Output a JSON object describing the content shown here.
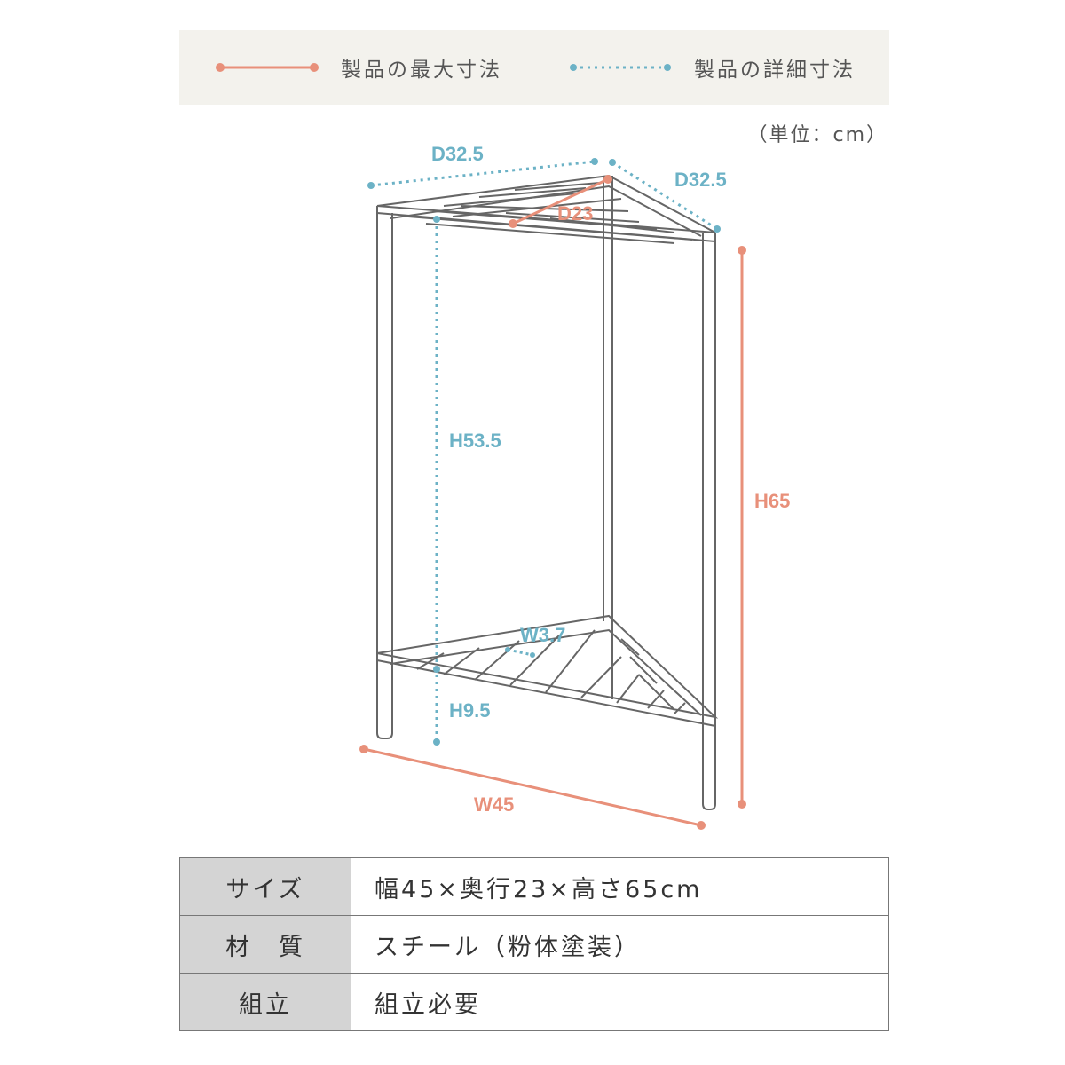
{
  "legend": {
    "max_label": "製品の最大寸法",
    "detail_label": "製品の詳細寸法",
    "max_color": "#e8907a",
    "detail_color": "#6cb2c6"
  },
  "unit_label": "（単位：cm）",
  "dimensions": {
    "depth_left": "D32.5",
    "depth_right": "D32.5",
    "depth_inner": "D23",
    "height_inner": "H53.5",
    "height_total": "H65",
    "slat_gap": "W3.7",
    "height_bottom": "H9.5",
    "width_total": "W45"
  },
  "specs": [
    {
      "key": "サイズ",
      "value": "幅45×奥行23×高さ65cm"
    },
    {
      "key": "材　質",
      "value": "スチール（粉体塗装）"
    },
    {
      "key": "組立",
      "value": "組立必要"
    }
  ]
}
